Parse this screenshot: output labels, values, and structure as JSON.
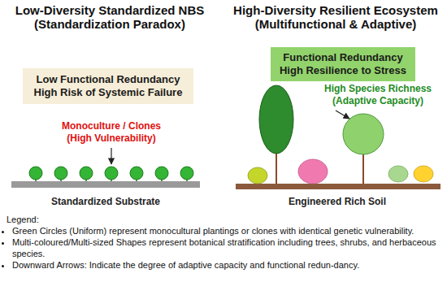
{
  "diagram": {
    "nodes": [
      {
        "text": [
          "Low Functional Redundancy High Risk of Systemic Failure"
        ]
      },
      {
        "text": [
          "Functional Redundancy High Resilience to Stress"
        ]
      }
    ],
    "labels": [
      "Low-Diversity Standardized NBS (Standardization Paradox)",
      "High-Diversity Resilient Ecosystem (Multifunctional & Adaptive)",
      "Monoculture / Clones (High Vulnerability)",
      "Standardized Substrate",
      "High Species Richness (Adaptive Capacity)",
      "Engineered Rich Soil",
      "Legend:"
    ],
    "legend": [
      {
        "text": "Green Circles (Uniform) represent monocultural plantings or clones with identical genetic vulnerability."
      },
      {
        "text": "Multi-coloured/Multi-sized Shapes represent botanical stratification including trees, shrubs, and herbaceous species."
      },
      {
        "text": "Downward Arrows: Indicate the degree of adaptive capacity and functional redun-dancy."
      }
    ]
  }
}
